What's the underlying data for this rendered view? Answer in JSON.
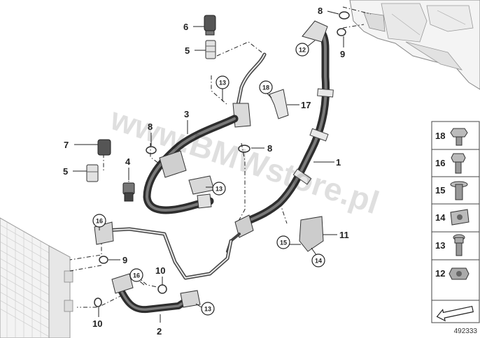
{
  "diagram": {
    "callouts": {
      "c1": "1",
      "c2": "2",
      "c3": "3",
      "c4": "4",
      "c5a": "5",
      "c5b": "5",
      "c6": "6",
      "c7": "7",
      "c8a": "8",
      "c8b": "8",
      "c8c": "8",
      "c9a": "9",
      "c9b": "9",
      "c10a": "10",
      "c10b": "10",
      "c11": "11",
      "c17": "17"
    },
    "circled": {
      "k12": "12",
      "k13a": "13",
      "k13b": "13",
      "k13c": "13",
      "k14": "14",
      "k15": "15",
      "k16a": "16",
      "k16b": "16",
      "k18": "18"
    },
    "side_panel": [
      "18",
      "16",
      "15",
      "14",
      "13",
      "12"
    ],
    "diagram_number": "492333",
    "watermark": "www.BMWstore.pl"
  }
}
